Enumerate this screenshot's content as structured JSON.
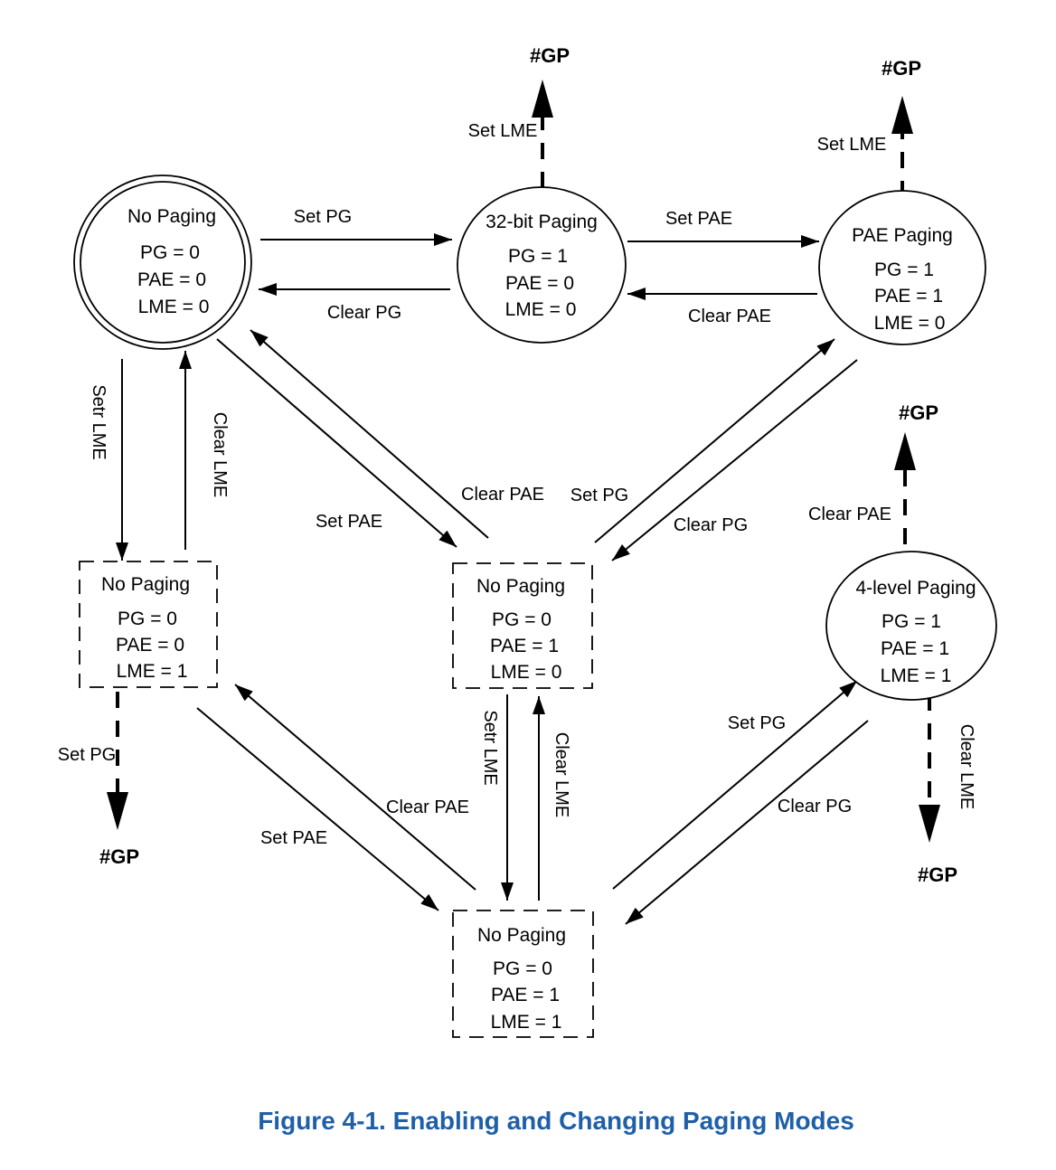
{
  "caption": "Figure 4-1.  Enabling and Changing Paging Modes",
  "states": {
    "s1": {
      "name": "No Paging",
      "l1": "PG = 0",
      "l2": "PAE = 0",
      "l3": "LME = 0"
    },
    "s2": {
      "name": "32-bit Paging",
      "l1": "PG = 1",
      "l2": "PAE = 0",
      "l3": "LME = 0"
    },
    "s3": {
      "name": "PAE Paging",
      "l1": "PG = 1",
      "l2": "PAE = 1",
      "l3": "LME = 0"
    },
    "s4": {
      "name": "No Paging",
      "l1": "PG = 0",
      "l2": "PAE = 0",
      "l3": "LME = 1"
    },
    "s5": {
      "name": "No Paging",
      "l1": "PG = 0",
      "l2": "PAE = 1",
      "l3": "LME = 0"
    },
    "s6": {
      "name": "4-level Paging",
      "l1": "PG = 1",
      "l2": "PAE = 1",
      "l3": "LME = 1"
    },
    "s7": {
      "name": "No Paging",
      "l1": "PG = 0",
      "l2": "PAE = 1",
      "l3": "LME = 1"
    }
  },
  "labels": {
    "set_pg_1_2": "Set PG",
    "clear_pg_2_1": "Clear PG",
    "set_pae_2_3": "Set PAE",
    "clear_pae_3_2": "Clear PAE",
    "setr_lme_1_4": "Setr LME",
    "clear_lme_4_1": "Clear LME",
    "set_pae_1_5": "Set PAE",
    "clear_pae_5_1": "Clear PAE",
    "set_pg_5_3": "Set PG",
    "clear_pg_3_5": "Clear PG",
    "setr_lme_5_7": "Setr LME",
    "clear_lme_7_5": "Clear LME",
    "set_pae_4_7": "Set PAE",
    "clear_pae_7_4": "Clear PAE",
    "set_pg_7_6": "Set PG",
    "clear_pg_6_7": "Clear PG",
    "set_lme_2_gp": "Set LME",
    "set_lme_3_gp": "Set LME",
    "clear_pae_6_gp": "Clear PAE",
    "clear_lme_6_gp": "Clear LME",
    "set_pg_4_gp": "Set PG"
  },
  "gp": {
    "g1": "#GP",
    "g2": "#GP",
    "g3": "#GP",
    "g4": "#GP",
    "g5": "#GP"
  }
}
